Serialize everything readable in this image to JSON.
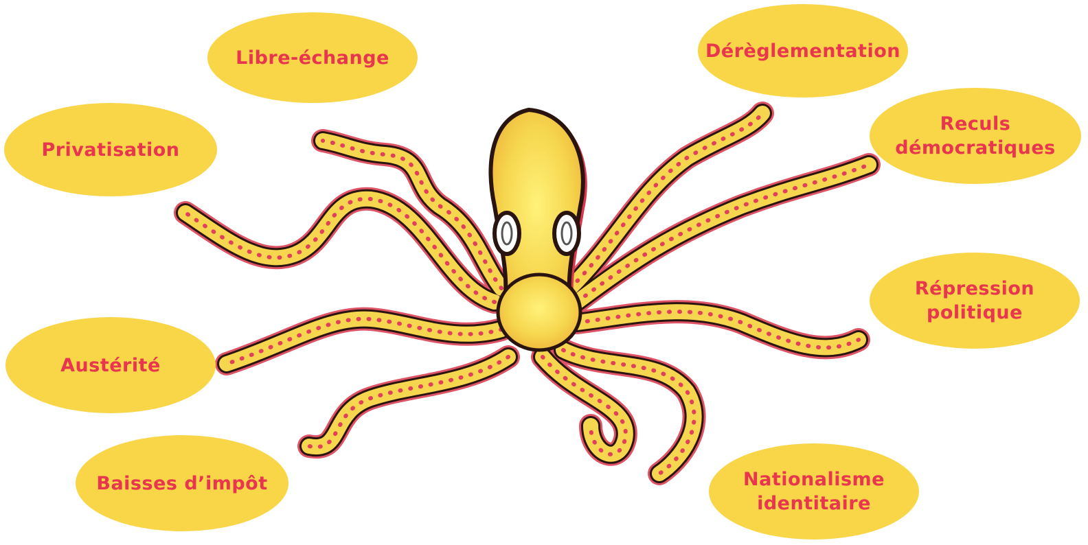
{
  "colors": {
    "bubble": "#f9d548",
    "label": "#e8364f",
    "octopus_body": "#f6d64e",
    "octopus_outline": "#2a1410",
    "suckers": "#e0405a"
  },
  "illustration": "octopus",
  "labels": {
    "libre_echange": "Libre-échange",
    "dereglementation": "Dérèglementation",
    "privatisation": "Privatisation",
    "reculs_democratiques": "Reculs\ndémocratiques",
    "austerite": "Austérité",
    "repression_politique": "Répression\npolitique",
    "baisses_impot": "Baisses d’impôt",
    "nationalisme_identitaire": "Nationalisme\nidentitaire"
  }
}
